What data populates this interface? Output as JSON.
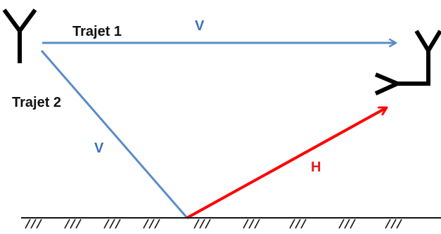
{
  "labels": {
    "path1": "Trajet 1",
    "path2": "Trajet 2",
    "v_top": "V",
    "v_diag": "V",
    "h": "H"
  },
  "colors": {
    "blue_path": "#5b8bc9",
    "blue_text": "#3b6fb6",
    "red_path": "#ff0000",
    "red_text": "#e31a1c",
    "antenna": "#000000",
    "ground": "#111111"
  },
  "icons": {
    "tx_antenna": "y-shaped-antenna-icon",
    "rx_antenna_vertical": "y-shaped-antenna-icon",
    "rx_antenna_horizontal": "sideways-y-antenna-icon",
    "ground": "hatched-ground-icon"
  }
}
